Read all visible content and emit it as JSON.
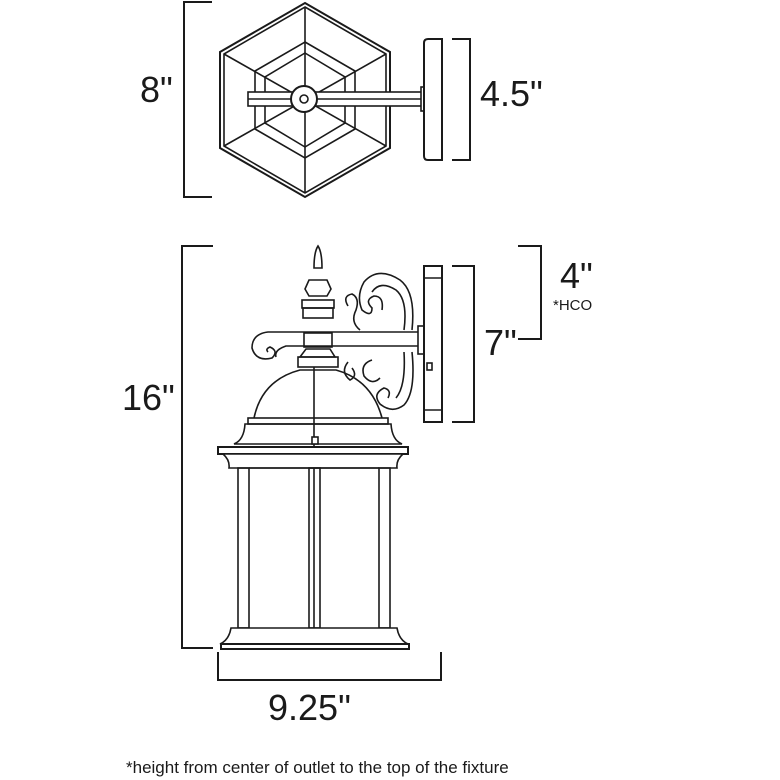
{
  "top_view": {
    "height_label": "8\"",
    "backplate_label": "4.5\""
  },
  "side_view": {
    "height_label": "16\"",
    "backplate_label": "7\"",
    "hco_label": "4\"",
    "hco_sub": "*HCO",
    "width_label": "9.25\""
  },
  "footnote": "*height from center of outlet to the top of the fixture",
  "colors": {
    "line": "#1a1a1a",
    "background": "#ffffff"
  }
}
